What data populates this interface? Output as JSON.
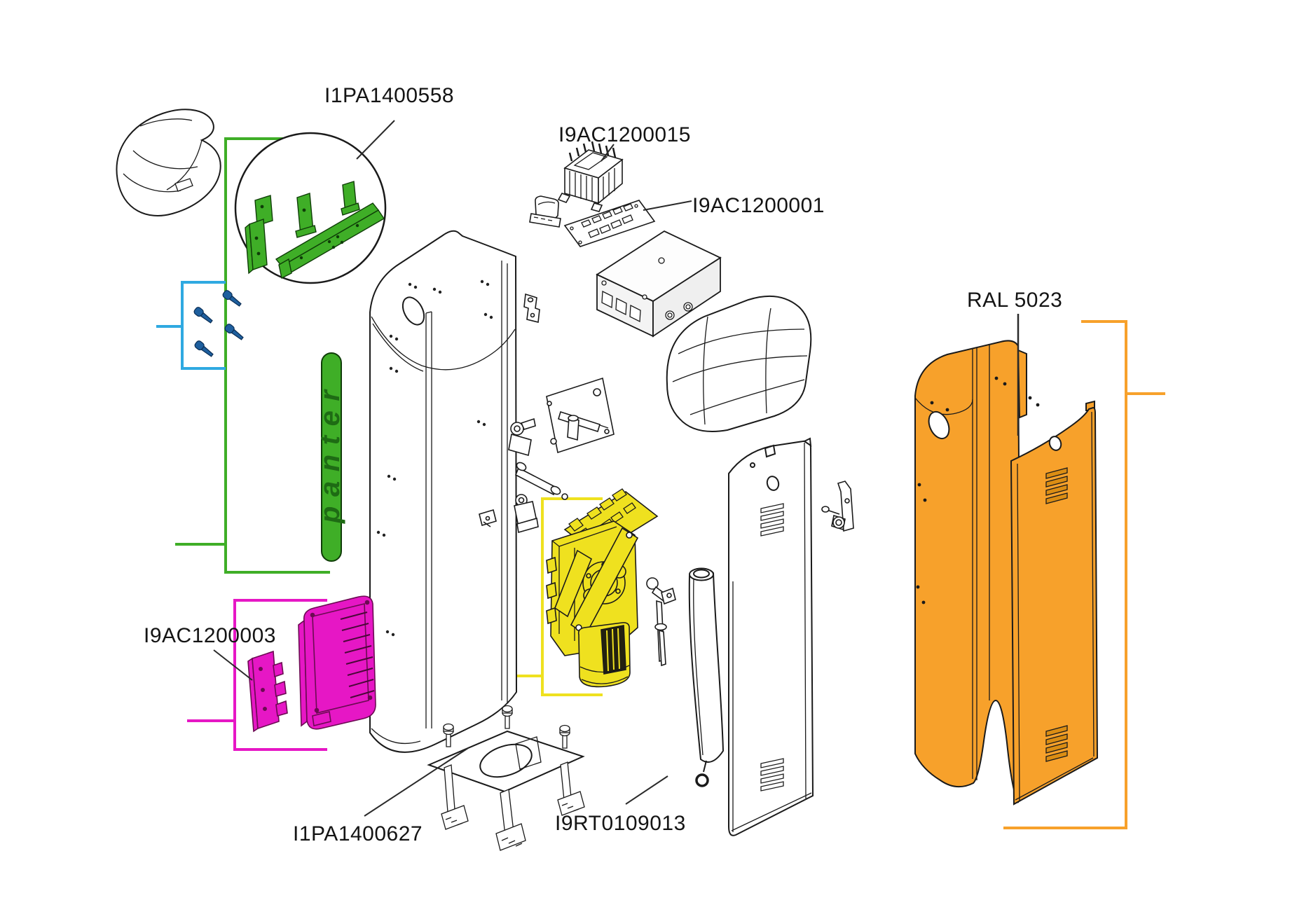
{
  "diagram": {
    "background_color": "#ffffff",
    "labels": {
      "bracket_kit": "I1PA1400558",
      "transformer": "I9AC1200015",
      "control_board": "I9AC1200001",
      "enclosure_color": "RAL 5023",
      "receiver": "I9AC1200003",
      "base_plate": "I1PA1400627",
      "damper": "I9RT0109013"
    },
    "strip_logo_text": "panter",
    "colors": {
      "green": "#3FAE27",
      "logo_green": "#1E6B14",
      "blue_bracket": "#2FA9E1",
      "screw_blue": "#1E5F9E",
      "magenta": "#E617C5",
      "yellow": "#EFE11F",
      "orange": "#F7A12B",
      "orange_dark": "#DB8D13",
      "outline": "#1A1A1A",
      "label_text": "#141414"
    }
  }
}
